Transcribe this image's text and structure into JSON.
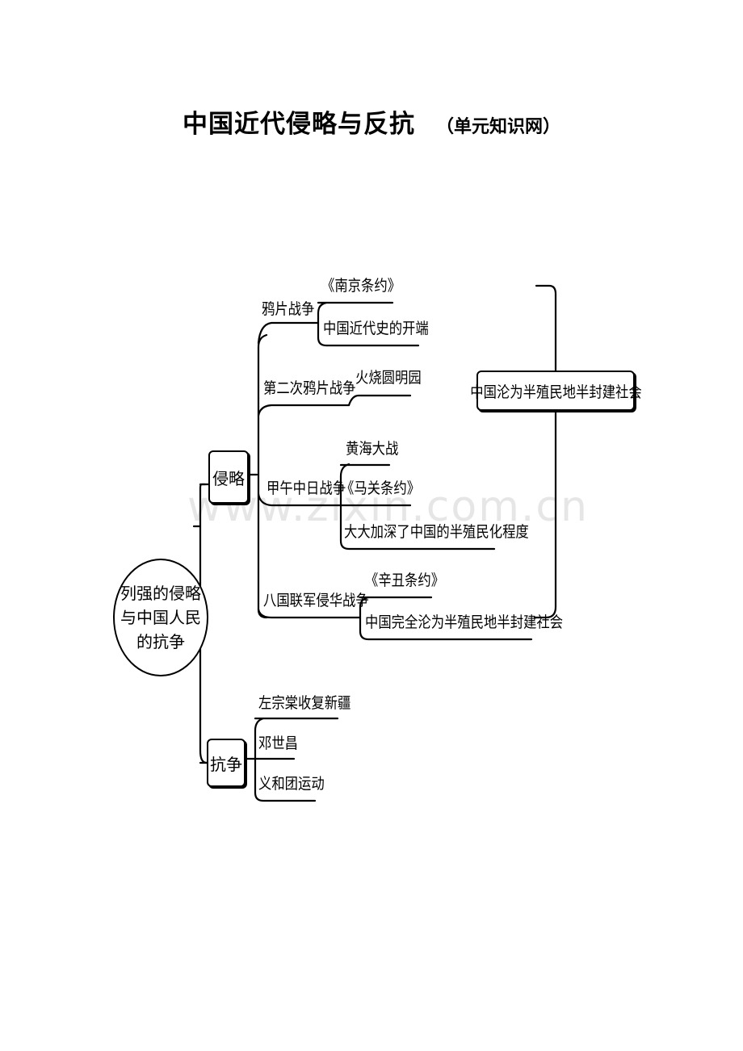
{
  "title": {
    "main": "中国近代侵略与反抗",
    "sub": "（单元知识网）"
  },
  "watermark": "www.zixin.com.cn",
  "root": "列强的侵略与中国人民的抗争",
  "branches": {
    "invasion": {
      "label": "侵略",
      "wars": {
        "opium": {
          "name": "鸦片战争",
          "items": [
            "《南京条约》",
            "中国近代史的开端"
          ]
        },
        "second_opium": {
          "name": "第二次鸦片战争",
          "items": [
            "火烧圆明园"
          ]
        },
        "sino_japanese": {
          "name": "甲午中日战争",
          "items": [
            "黄海大战",
            "《马关条约》",
            "大大加深了中国的半殖民化程度"
          ]
        },
        "eight_nation": {
          "name": "八国联军侵华战争",
          "items": [
            "《辛丑条约》",
            "中国完全沦为半殖民地半封建社会"
          ]
        }
      },
      "conclusion": "中国沦为半殖民地半封建社会"
    },
    "resistance": {
      "label": "抗争",
      "items": [
        "左宗棠收复新疆",
        "邓世昌",
        "义和团运动"
      ]
    }
  }
}
